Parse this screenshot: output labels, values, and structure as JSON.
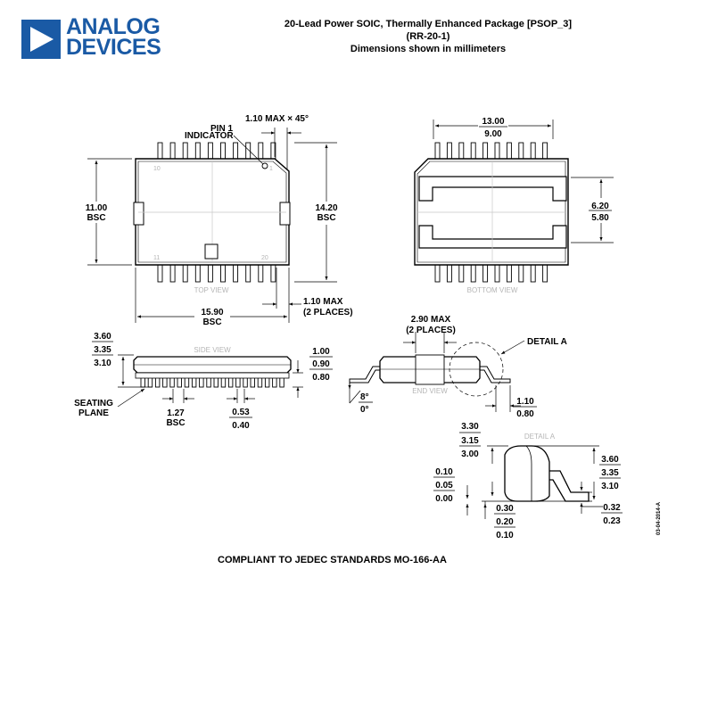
{
  "logo": {
    "line1": "ANALOG",
    "line2": "DEVICES",
    "color": "#1a5aa5"
  },
  "header": {
    "line1": "20-Lead Power SOIC, Thermally Enhanced Package [PSOP_3]",
    "line2": "(RR-20-1)",
    "line3": "Dimensions shown in millimeters"
  },
  "top_view": {
    "caption": "TOP VIEW",
    "pin1_label": "PIN 1",
    "indicator_label": "INDICATOR",
    "chamfer": "1.10 MAX × 45°",
    "pin_10": "10",
    "pin_1": "1",
    "pin_11": "11",
    "pin_20": "20",
    "width_value": "11.00",
    "width_bsc": "BSC",
    "total_value": "14.20",
    "total_bsc": "BSC",
    "length_value": "15.90",
    "length_bsc": "BSC",
    "lead_max": "1.10 MAX",
    "lead_places": "(2 PLACES)"
  },
  "bottom_view": {
    "caption": "BOTTOM VIEW",
    "pad_max": "13.00",
    "pad_min": "9.00",
    "pad2_max": "6.20",
    "pad2_min": "5.80"
  },
  "side_view": {
    "caption": "SIDE VIEW",
    "height_max": "3.60",
    "height_nom": "3.35",
    "height_min": "3.10",
    "standoff_max": "1.00",
    "standoff_nom": "0.90",
    "standoff_min": "0.80",
    "seating_line1": "SEATING",
    "seating_line2": "PLANE",
    "pitch_value": "1.27",
    "pitch_bsc": "BSC",
    "lead_width_nom": "0.53",
    "lead_width_min": "0.40"
  },
  "end_view": {
    "caption": "END VIEW",
    "slug_max": "2.90 MAX",
    "slug_places": "(2 PLACES)",
    "detail_ref": "DETAIL A",
    "angle_max": "8°",
    "angle_min": "0°",
    "foot_max": "1.10",
    "foot_min": "0.80"
  },
  "detail_a": {
    "caption": "DETAIL A",
    "body_max": "3.30",
    "body_nom": "3.15",
    "body_min": "3.00",
    "off_max": "0.10",
    "off_nom": "0.05",
    "off_min": "0.00",
    "lead_max": "0.30",
    "lead_nom": "0.20",
    "lead_min": "0.10",
    "total_max": "3.60",
    "total_nom": "3.35",
    "total_min": "3.10",
    "thick_max": "0.32",
    "thick_min": "0.23"
  },
  "footer": "COMPLIANT TO JEDEC STANDARDS MO-166-AA",
  "drawing_code": "03-04-2014-A"
}
